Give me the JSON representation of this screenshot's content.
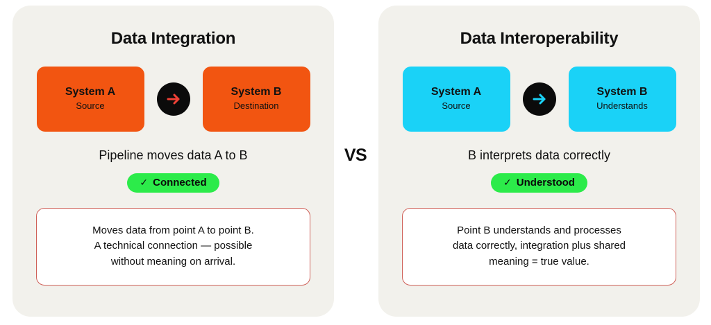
{
  "divider": {
    "label": "VS"
  },
  "theme": {
    "panel_bg": "#f2f1ec",
    "page_bg": "#ffffff",
    "orange": "#f25511",
    "cyan": "#1ad2f7",
    "green": "#2ceb4a",
    "circle_black": "#0b0b0b",
    "desc_border": "#cf6058",
    "text": "#111111"
  },
  "panels": [
    {
      "id": "data-integration",
      "title": "Data Integration",
      "accent": "#f25511",
      "arrow_color": "#ef4136",
      "arrow_icon": "arrow-right-icon",
      "systems": [
        {
          "name": "System A",
          "role": "Source"
        },
        {
          "name": "System B",
          "role": "Destination"
        }
      ],
      "caption": "Pipeline moves data A to B",
      "badge": {
        "icon": "check-icon",
        "glyph": "✓",
        "label": "Connected"
      },
      "description": "Moves data from point A to point B.\nA technical connection — possible\nwithout meaning on arrival."
    },
    {
      "id": "data-interoperability",
      "title": "Data Interoperability",
      "accent": "#1ad2f7",
      "arrow_color": "#1ad2f7",
      "arrow_icon": "arrow-right-icon",
      "systems": [
        {
          "name": "System A",
          "role": "Source"
        },
        {
          "name": "System B",
          "role": "Understands"
        }
      ],
      "caption": "B interprets data correctly",
      "badge": {
        "icon": "check-icon",
        "glyph": "✓",
        "label": "Understood"
      },
      "description": "Point B understands and processes\ndata correctly, integration plus shared\nmeaning = true value."
    }
  ]
}
